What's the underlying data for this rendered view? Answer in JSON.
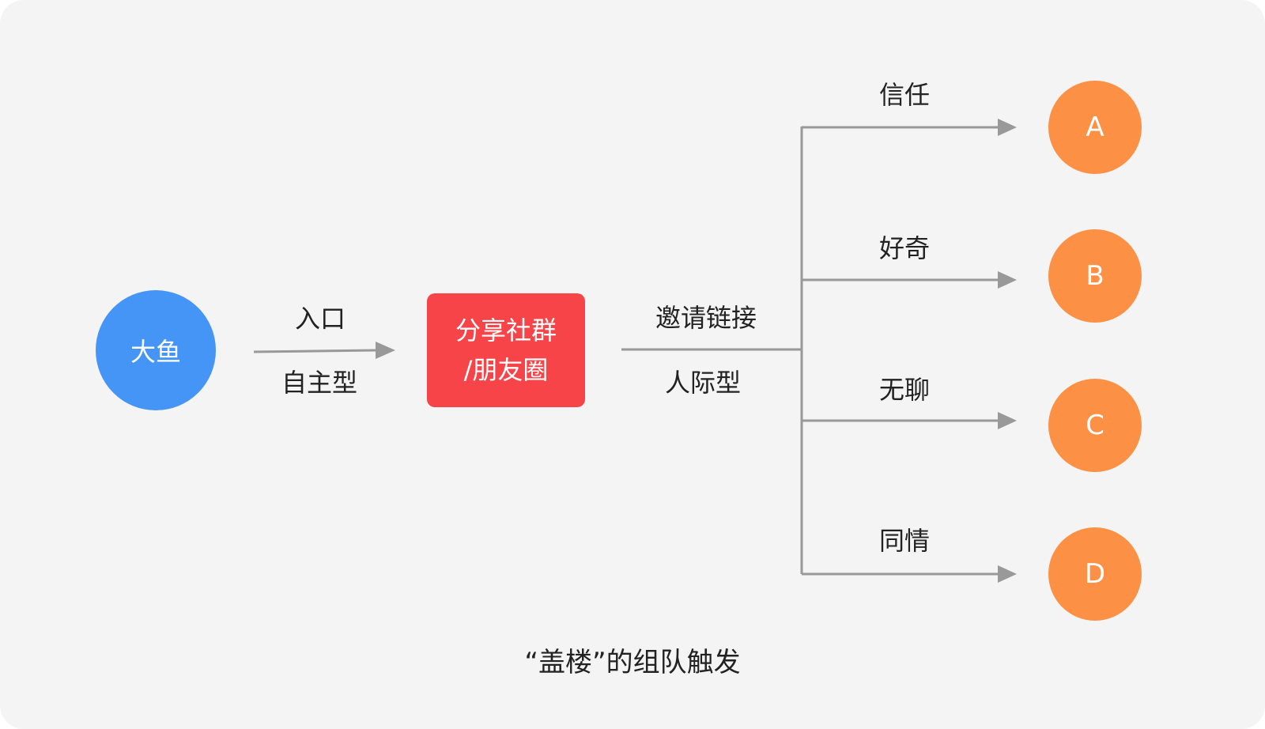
{
  "colors": {
    "background": "#f4f4f4",
    "source_node": "#4595f7",
    "channel_box": "#f64449",
    "target_node": "#fc9145",
    "connector": "#999999",
    "text": "#222222"
  },
  "source": {
    "label": "大鱼"
  },
  "entry_edge": {
    "top_label": "入口",
    "bottom_label": "自主型"
  },
  "channel": {
    "line1": "分享社群",
    "line2": "/朋友圈"
  },
  "invite_edge": {
    "top_label": "邀请链接",
    "bottom_label": "人际型"
  },
  "branches": [
    {
      "label": "信任",
      "target": "A"
    },
    {
      "label": "好奇",
      "target": "B"
    },
    {
      "label": "无聊",
      "target": "C"
    },
    {
      "label": "同情",
      "target": "D"
    }
  ],
  "caption": "“盖楼”的组队触发"
}
